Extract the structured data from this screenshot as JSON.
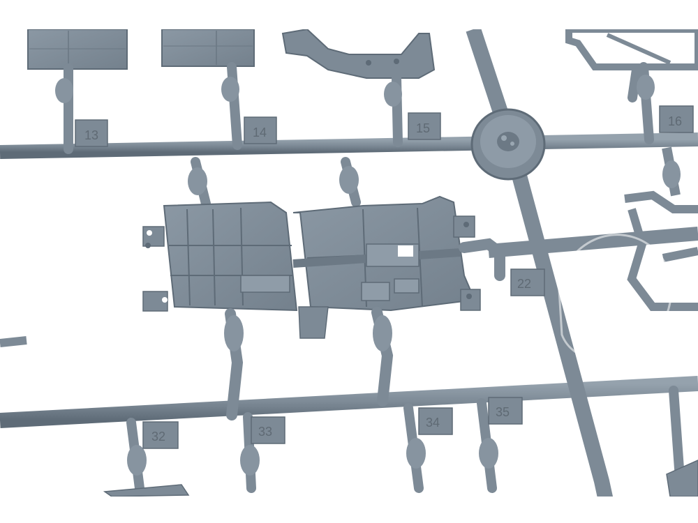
{
  "scene": {
    "subject": "model-kit-sprue",
    "colors": {
      "background": "#ffffff",
      "plastic": "#7d8a96",
      "plastic_light": "#95a2ad",
      "plastic_dark": "#5e6b77",
      "tag_text": "#5f6a74",
      "watermark": "#ffffff"
    }
  },
  "tags": {
    "t13": "13",
    "t14": "14",
    "t15": "15",
    "t16": "16",
    "t22": "22",
    "t32": "32",
    "t33": "33",
    "t34": "34",
    "t35": "35"
  }
}
